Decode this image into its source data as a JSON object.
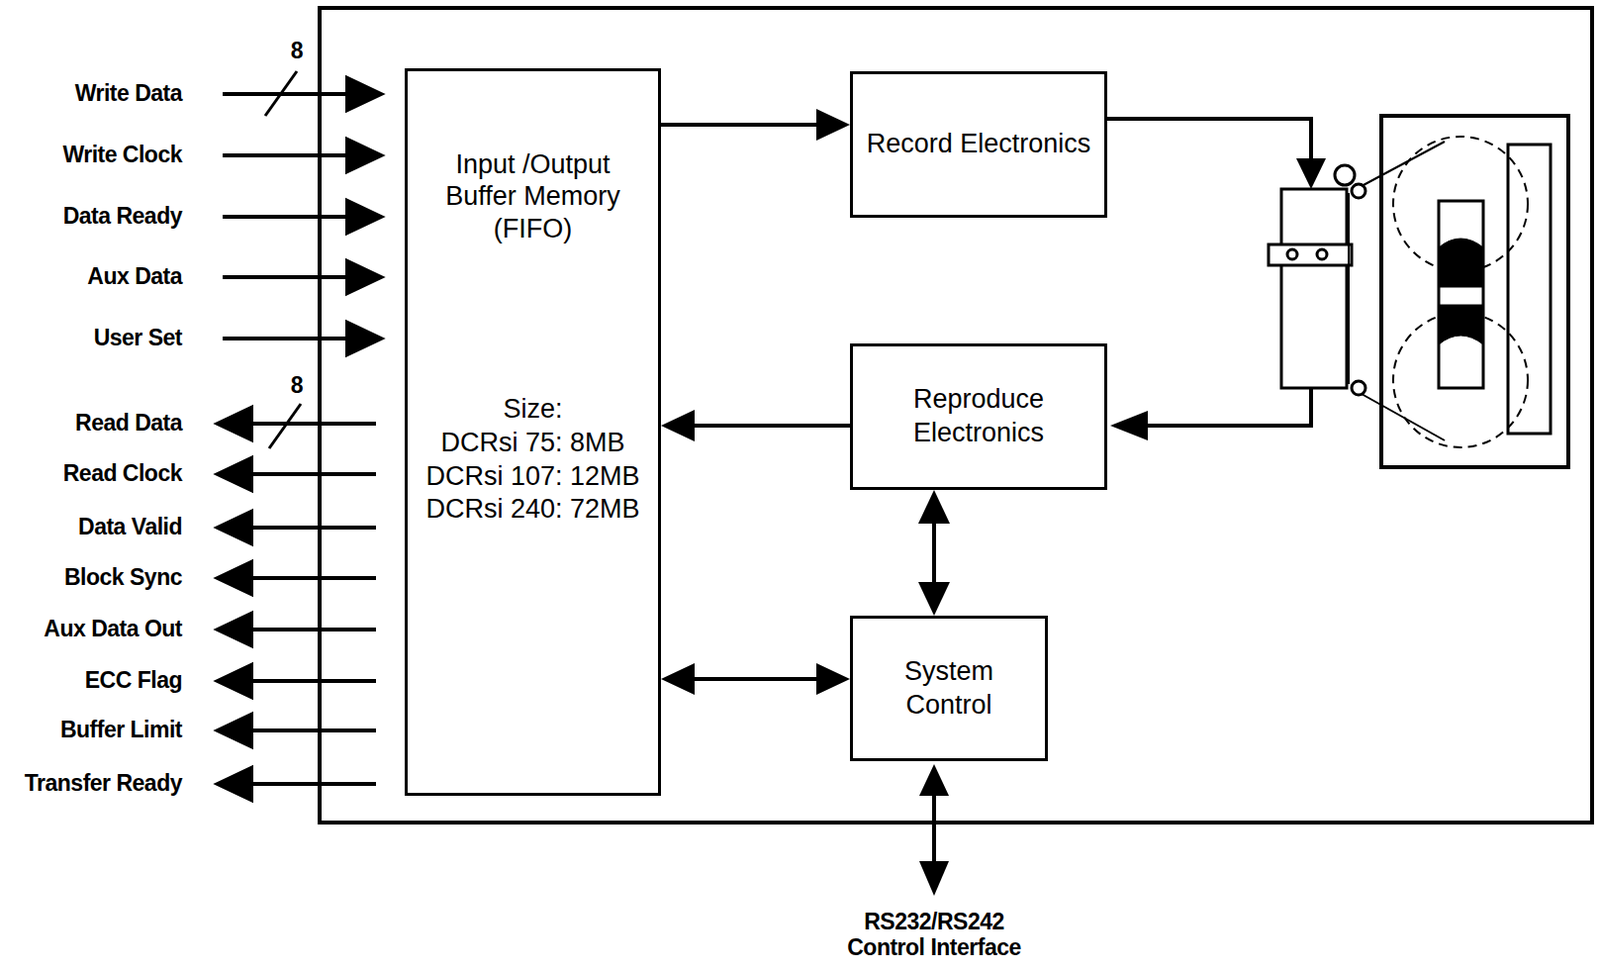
{
  "diagram": {
    "nodes": [
      {
        "text": [
          "Input /Output Buffer Memory (FIFO)",
          "Size:",
          "DCRsi 75: 8MB",
          "DCRsi 107: 12MB",
          "DCRsi 240: 72MB"
        ]
      },
      {
        "text": [
          "Record Electronics"
        ]
      },
      {
        "text": [
          "Reproduce Electronics"
        ]
      },
      {
        "text": [
          "System Control"
        ]
      }
    ],
    "edges": [
      {
        "from": 0,
        "to": 1,
        "arrow": "to"
      },
      {
        "from": 2,
        "to": 0,
        "arrow": "to"
      },
      {
        "from": 2,
        "to": 3,
        "arrow": "both"
      },
      {
        "from": 0,
        "to": 3,
        "arrow": "both"
      }
    ],
    "labels": [
      "Write Data",
      "Write Clock",
      "Data Ready",
      "Aux Data",
      "User Set",
      "Read Data",
      "Read Clock",
      "Data Valid",
      "Block Sync",
      "Aux Data Out",
      "ECC Flag",
      "Buffer Limit",
      "Transfer Ready",
      "8",
      "8",
      "RS232/RS242 Control Interface"
    ]
  }
}
